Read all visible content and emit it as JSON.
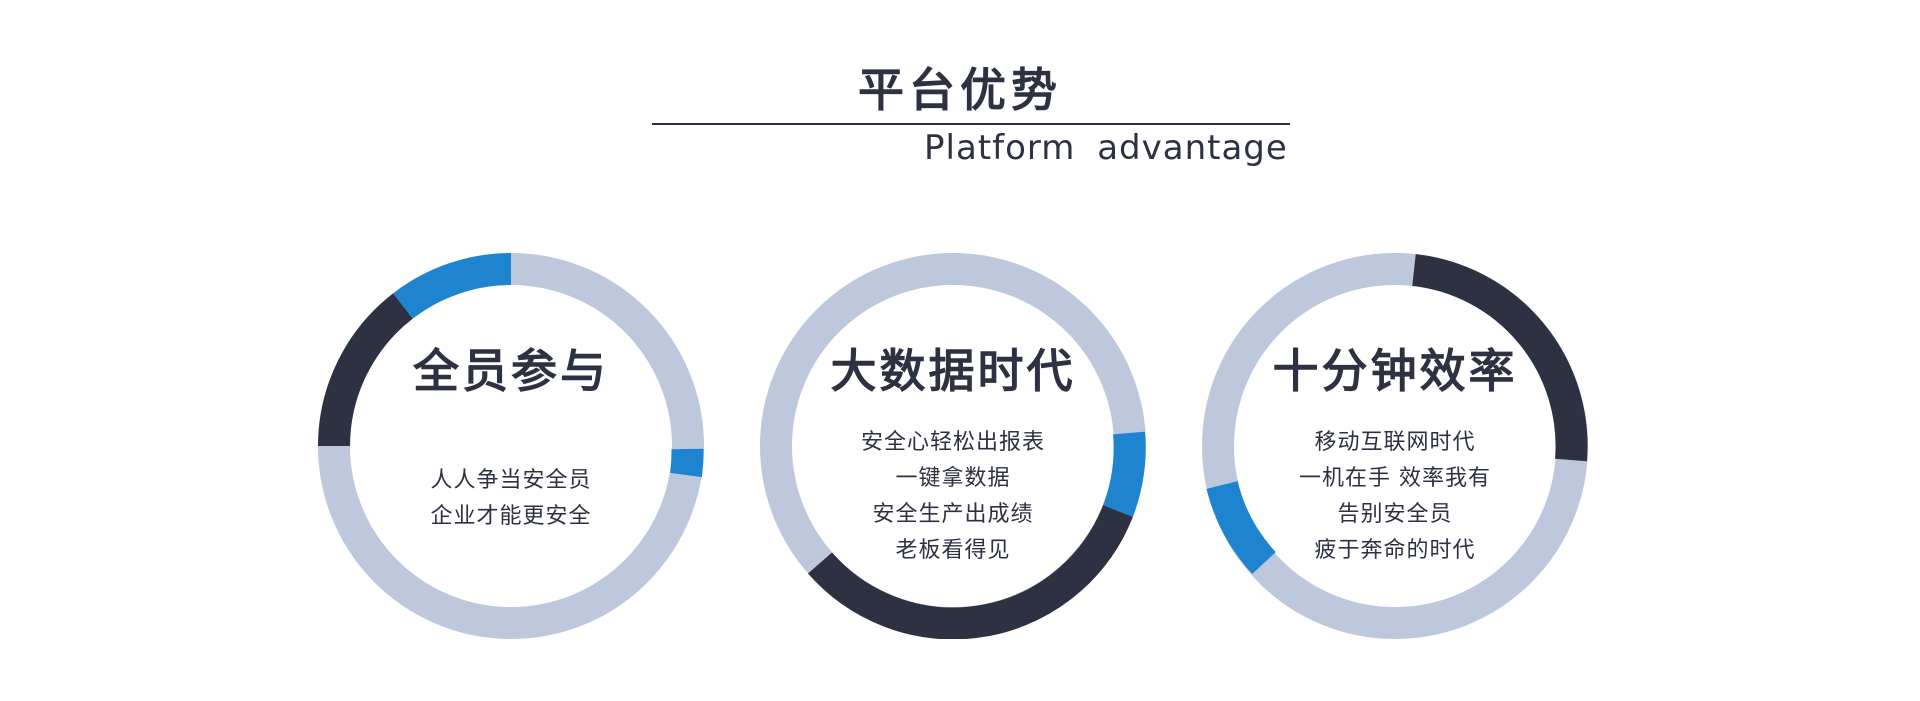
{
  "header": {
    "title": "平台优势",
    "subtitle": "Platform advantage"
  },
  "colors": {
    "ring_light": "#bec8dc",
    "ring_dark": "#2e3142",
    "ring_accent": "#1f84d0",
    "text": "#2e3142"
  },
  "cards": [
    {
      "title": "全员参与",
      "lines": [
        "人人争当安全员",
        "企业才能更安全"
      ]
    },
    {
      "title": "大数据时代",
      "lines": [
        "安全心轻松出报表",
        "一键拿数据",
        "安全生产出成绩",
        "老板看得见"
      ]
    },
    {
      "title": "十分钟效率",
      "lines": [
        "移动互联网时代",
        "一机在手 效率我有",
        "告别安全员",
        "疲于奔命的时代"
      ]
    }
  ]
}
